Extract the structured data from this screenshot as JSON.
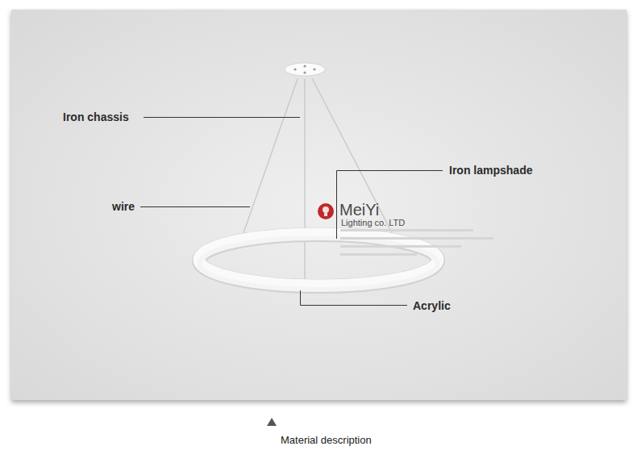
{
  "diagram": {
    "caption": "Material description",
    "labels": [
      "Iron chassis",
      "Iron lampshade",
      "wire",
      "MeiYi",
      "Lighting co. LTD",
      "Acrylic"
    ]
  }
}
